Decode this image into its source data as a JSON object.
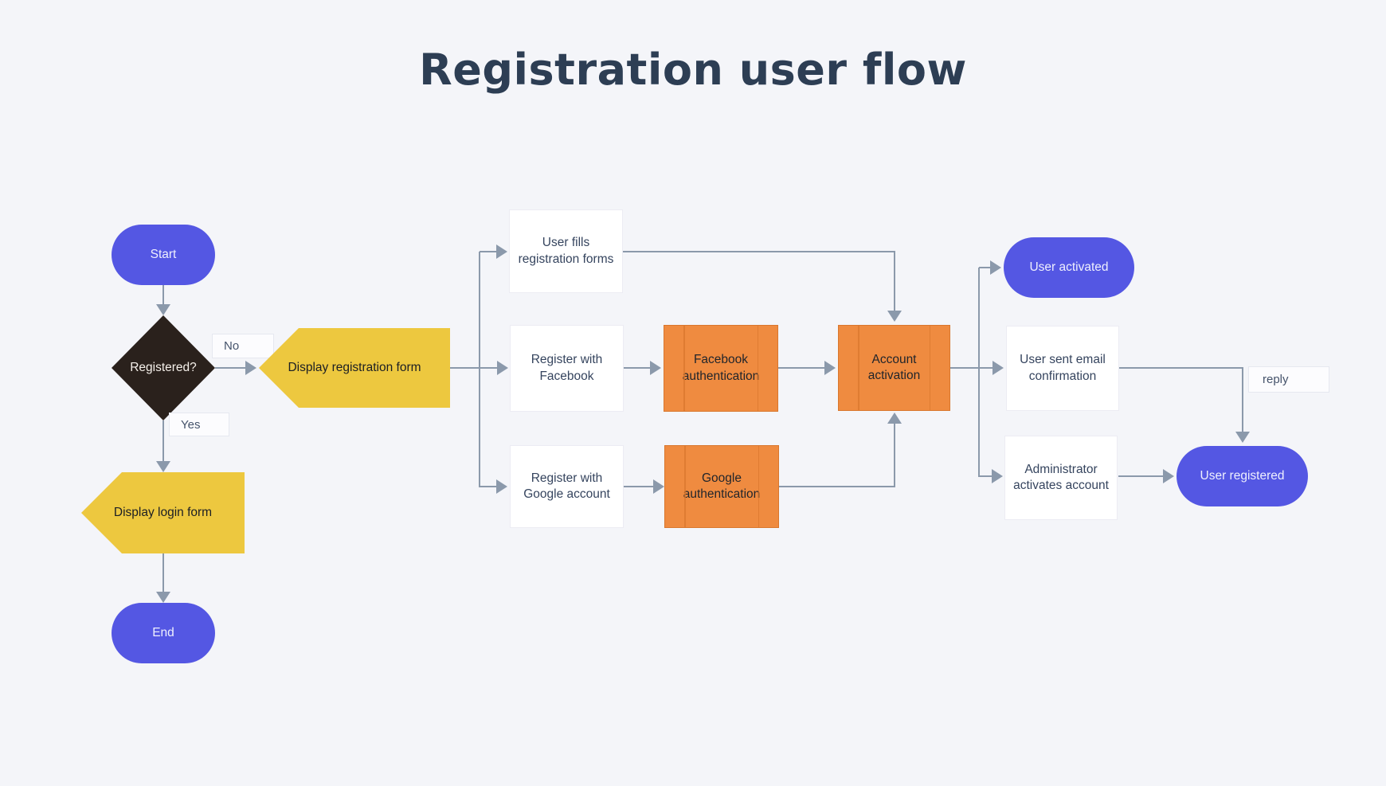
{
  "title": "Registration user flow",
  "colors": {
    "background": "#f4f5f9",
    "accent_blue": "#5457e3",
    "yellow": "#edc83f",
    "orange": "#ef8b40",
    "orange_dark": "#d9772e",
    "diamond_dark": "#2a211c",
    "connector_gray": "#8b99ab",
    "text_dark": "#35445e",
    "text_light": "#eff0fe",
    "label_border": "#e6e8f0",
    "box_white": "#ffffff"
  },
  "nodes": {
    "start": {
      "label": "Start",
      "type": "terminator"
    },
    "registered": {
      "label": "Registered?",
      "type": "decision"
    },
    "display_registration_form": {
      "label": "Display registration form",
      "type": "banner"
    },
    "display_login_form": {
      "label": "Display login form",
      "type": "banner"
    },
    "end": {
      "label": "End",
      "type": "terminator"
    },
    "user_fills": {
      "label": "User fills registration forms",
      "type": "process"
    },
    "register_facebook": {
      "label": "Register with Facebook",
      "type": "process"
    },
    "register_google": {
      "label": "Register with Google account",
      "type": "process"
    },
    "facebook_auth": {
      "label": "Facebook authentication",
      "type": "predefined-process"
    },
    "google_auth": {
      "label": "Google authentication",
      "type": "predefined-process"
    },
    "account_activation": {
      "label": "Account activation",
      "type": "predefined-process"
    },
    "user_activated": {
      "label": "User activated",
      "type": "terminator"
    },
    "user_sent_email": {
      "label": "User sent email confirmation",
      "type": "process"
    },
    "admin_activates": {
      "label": "Administrator activates account",
      "type": "process"
    },
    "user_registered": {
      "label": "User registered",
      "type": "terminator"
    }
  },
  "edge_labels": {
    "no": "No",
    "yes": "Yes",
    "reply": "reply"
  }
}
